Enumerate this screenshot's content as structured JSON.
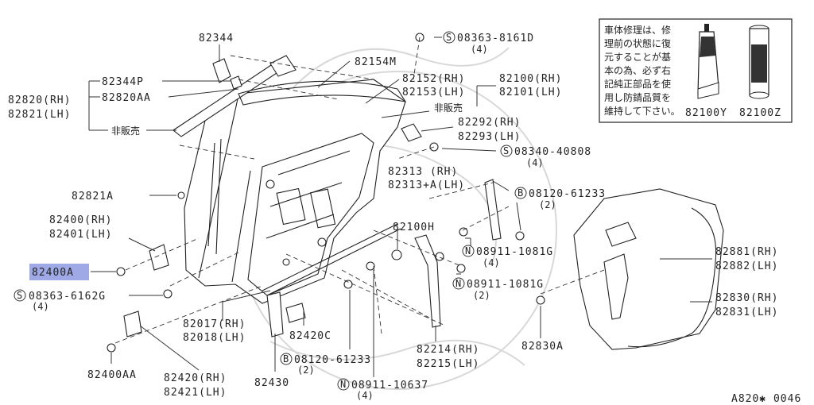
{
  "diagram": {
    "figure_code": "A820✱ 0046",
    "highlight_color": "#9ea9e6",
    "labels": {
      "p82344": "82344",
      "p82344P": "82344P",
      "p82820AA": "82820AA",
      "p82820": "82820(RH)",
      "p82821": "82821(LH)",
      "hanbai1": "非販売",
      "p82154M": "82154M",
      "s08363_8161D": "08363-8161D",
      "s08363_8161D_qty": "(4)",
      "p82152": "82152(RH)",
      "p82153": "82153(LH)",
      "p82100": "82100(RH)",
      "p82101": "82101(LH)",
      "hanbai2": "非販売",
      "p82292": "82292(RH)",
      "p82293": "82293(LH)",
      "s08340_40808": "08340-40808",
      "s08340_40808_qty": "(4)",
      "p82313": "82313  (RH)",
      "p82313A": "82313+A(LH)",
      "b08120_61233a": "08120-61233",
      "b08120_61233a_qty": "(2)",
      "p82821A": "82821A",
      "p82400": "82400(RH)",
      "p82401": "82401(LH)",
      "p82400A": "82400A",
      "s08363_6162G": "08363-6162G",
      "s08363_6162G_qty": "(4)",
      "p82100H": "82100H",
      "n08911_1081G_a": "08911-1081G",
      "n08911_1081G_a_qty": "(4)",
      "n08911_1081G_b": "08911-1081G",
      "n08911_1081G_b_qty": "(2)",
      "p82881": "82881(RH)",
      "p82882": "82882(LH)",
      "p82830": "82830(RH)",
      "p82831": "82831(LH)",
      "p82017": "82017(RH)",
      "p82018": "82018(LH)",
      "p82420C": "82420C",
      "b08120_61233b": "08120-61233",
      "b08120_61233b_qty": "(2)",
      "p82214": "82214(RH)",
      "p82215": "82215(LH)",
      "p82830A": "82830A",
      "p82400AA": "82400AA",
      "p82420": "82420(RH)",
      "p82421": "82421(LH)",
      "p82430": "82430",
      "n08911_10637": "08911-10637",
      "n08911_10637_qty": "(4)"
    },
    "prefix": {
      "S": "S",
      "B": "B",
      "N": "N"
    },
    "notice": {
      "lines": [
        "車体修理は、修",
        "理前の状態に復",
        "元することが基",
        "本の為、必ず右",
        "記純正部品を使",
        "用し防錆品質を",
        "維持して下さい。"
      ],
      "part_left": "82100Y",
      "part_right": "82100Z"
    }
  }
}
